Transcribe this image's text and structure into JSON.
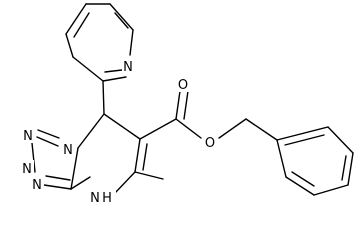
{
  "molecule": {
    "atoms": [
      {
        "id": "pyN",
        "text": "N"
      },
      {
        "id": "n1",
        "text": "N"
      },
      {
        "id": "n2",
        "text": "N"
      },
      {
        "id": "n3",
        "text": "N"
      },
      {
        "id": "n4",
        "text": "N"
      },
      {
        "id": "nh",
        "text": "N"
      },
      {
        "id": "h",
        "text": "H"
      },
      {
        "id": "o1",
        "text": "O"
      },
      {
        "id": "o2",
        "text": "O"
      }
    ]
  }
}
